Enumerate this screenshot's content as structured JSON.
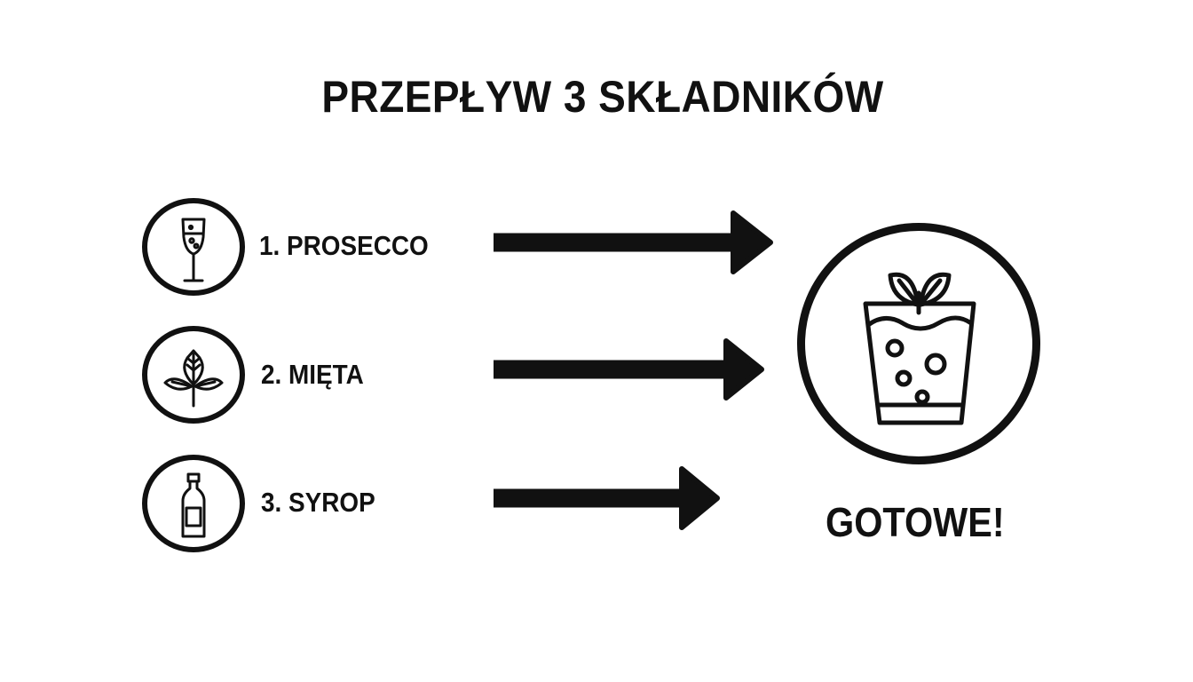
{
  "title": "PRZEPŁYW 3 SKŁADNIKÓW",
  "ingredients": [
    {
      "label": "1. PROSECCO",
      "icon": "wine-glass-icon"
    },
    {
      "label": "2. MIĘTA",
      "icon": "mint-leaves-icon"
    },
    {
      "label": "3. SYROP",
      "icon": "syrup-bottle-icon"
    }
  ],
  "result": {
    "label": "GOTOWE!",
    "icon": "drink-glass-with-mint-icon"
  },
  "colors": {
    "stroke": "#111111",
    "background": "#ffffff"
  }
}
